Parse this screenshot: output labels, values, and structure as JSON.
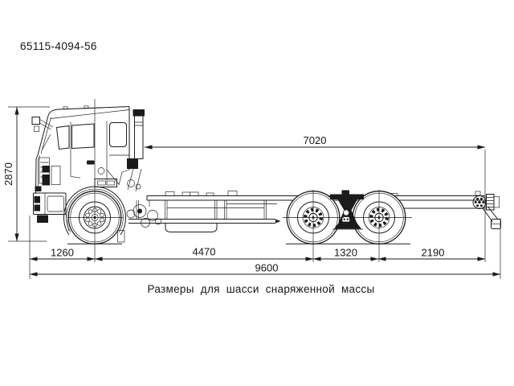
{
  "title": "65115-4094-56",
  "caption": "Размеры для шасси снаряженной массы",
  "dims": {
    "height": "2870",
    "frame_length": "7020",
    "front_overhang": "1260",
    "wheelbase": "4470",
    "bogie_spread": "1320",
    "rear_overhang": "2190",
    "total_length": "9600"
  },
  "drawing": {
    "subject": "truck-chassis-side-view",
    "ink_color": "#1b1b1b",
    "paper_color": "#ffffff"
  }
}
